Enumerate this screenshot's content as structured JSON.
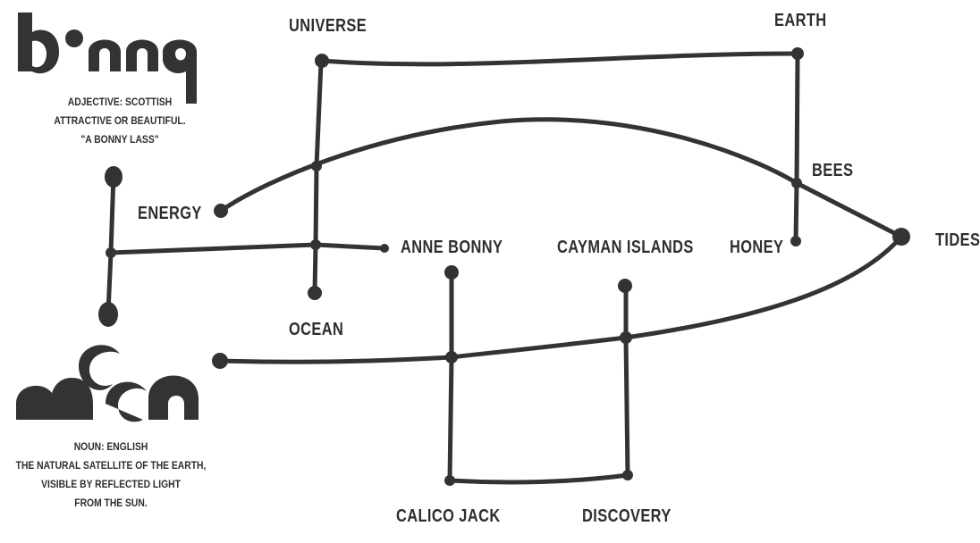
{
  "colors": {
    "ink": "#333333",
    "background": "#ffffff"
  },
  "logo_top": {
    "word": "bonny"
  },
  "logo_bottom": {
    "word": "moon"
  },
  "def_bonny": {
    "line1": "ADJECTIVE: SCOTTISH",
    "line2": "ATTRACTIVE OR BEAUTIFUL.",
    "line3": "\"A BONNY LASS\""
  },
  "def_moon": {
    "line1": "NOUN: ENGLISH",
    "line2": "THE NATURAL SATELLITE OF THE EARTH,",
    "line3": "VISIBLE BY REFLECTED LIGHT",
    "line4": "FROM THE SUN."
  },
  "nodes": {
    "universe": "UNIVERSE",
    "earth": "EARTH",
    "bees": "BEES",
    "energy": "ENERGY",
    "anne_bonny": "ANNE BONNY",
    "cayman_islands": "CAYMAN ISLANDS",
    "honey": "HONEY",
    "tides": "TIDES",
    "ocean": "OCEAN",
    "calico_jack": "CALICO JACK",
    "discovery": "DISCOVERY"
  }
}
